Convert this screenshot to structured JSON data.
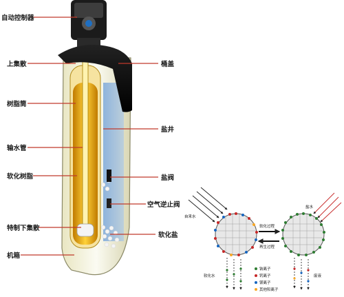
{
  "labels_left": [
    "自动控制器",
    "上集散",
    "树脂筒",
    "输水管",
    "软化树脂",
    "特制下集散",
    "机箱"
  ],
  "labels_right": [
    "桶盖",
    "盐井",
    "盐阀",
    "空气逆止阀",
    "软化盐"
  ],
  "process": {
    "tap_water": "自来水",
    "softening": "软化过程",
    "regeneration": "再生过程",
    "brine": "盐水",
    "soft_water": "软化水",
    "waste": "废液"
  },
  "legend": [
    {
      "label": "钠离子",
      "color": "#2e7d32"
    },
    {
      "label": "钙离子",
      "color": "#c62828"
    },
    {
      "label": "镁离子",
      "color": "#1565c0"
    },
    {
      "label": "其他阳离子",
      "color": "#f9a825"
    }
  ]
}
